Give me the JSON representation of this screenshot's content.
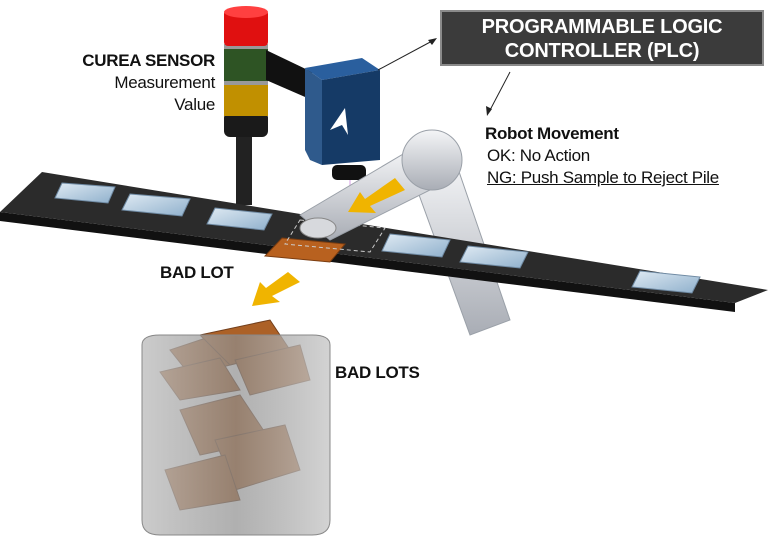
{
  "plc": {
    "line1": "PROGRAMMABLE LOGIC",
    "line2": "CONTROLLER (PLC)"
  },
  "sensor": {
    "title": "CUREA SENSOR",
    "line1": "Measurement",
    "line2": "Value"
  },
  "robot": {
    "title": "Robot Movement",
    "ok": "OK: No Action",
    "ng": "NG: Push Sample to Reject Pile"
  },
  "bad_lot": "BAD LOT",
  "bad_lots": "BAD LOTS",
  "colors": {
    "plc_bg": "#3b3b3b",
    "belt": "#2a2a2a",
    "arrow": "#f0b400",
    "bad_sample": "#b8611f",
    "camera": "#1f4f8a"
  }
}
